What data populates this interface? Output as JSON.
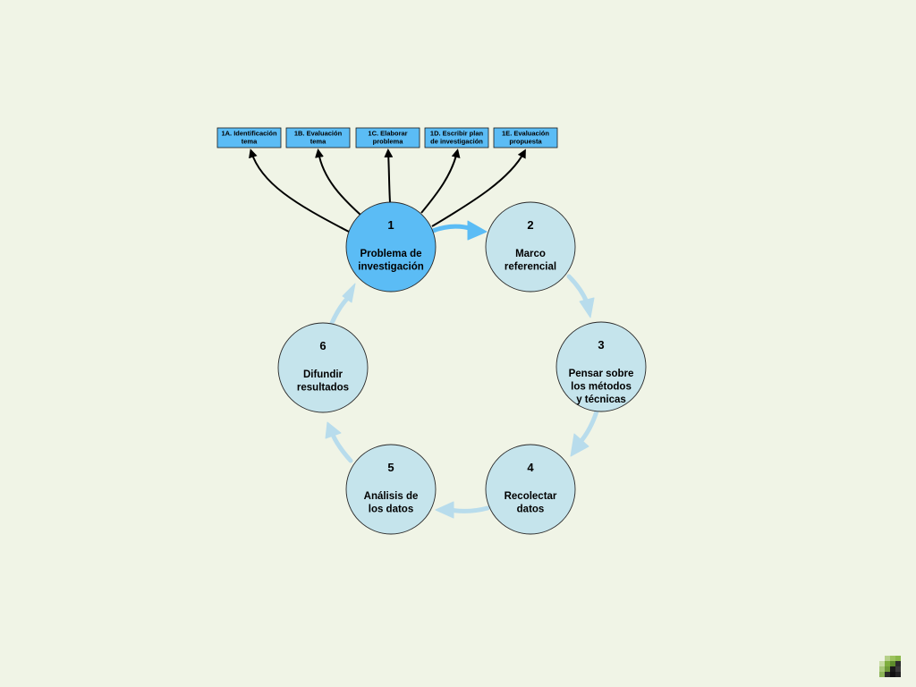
{
  "subtasks": [
    {
      "id": "1a",
      "lines": [
        "1A. Identificación",
        "tema"
      ]
    },
    {
      "id": "1b",
      "lines": [
        "1B. Evaluación",
        "tema"
      ]
    },
    {
      "id": "1c",
      "lines": [
        "1C. Elaborar",
        "problema"
      ]
    },
    {
      "id": "1d",
      "lines": [
        "1D. Escribir plan",
        "de investigación"
      ]
    },
    {
      "id": "1e",
      "lines": [
        "1E. Evaluación",
        "propuesta"
      ]
    }
  ],
  "stages": [
    {
      "id": "1",
      "number": "1",
      "lines": [
        "Problema de",
        "investigación"
      ],
      "highlighted": true
    },
    {
      "id": "2",
      "number": "2",
      "lines": [
        "Marco",
        "referencial"
      ],
      "highlighted": false
    },
    {
      "id": "3",
      "number": "3",
      "lines": [
        "Pensar sobre",
        "los métodos",
        "y técnicas"
      ],
      "highlighted": false
    },
    {
      "id": "4",
      "number": "4",
      "lines": [
        "Recolectar",
        "datos"
      ],
      "highlighted": false
    },
    {
      "id": "5",
      "number": "5",
      "lines": [
        "Análisis de",
        "los datos"
      ],
      "highlighted": false
    },
    {
      "id": "6",
      "number": "6",
      "lines": [
        "Difundir",
        "resultados"
      ],
      "highlighted": false
    }
  ],
  "colors": {
    "background": "#f0f4e6",
    "box_fill": "#5bbcf5",
    "highlight_fill": "#5bbcf5",
    "node_fill": "#c5e4ec",
    "cycle_arrow": "#b8dcec",
    "main_arrow": "#5bbcf5",
    "branch_arrow": "#000000"
  }
}
